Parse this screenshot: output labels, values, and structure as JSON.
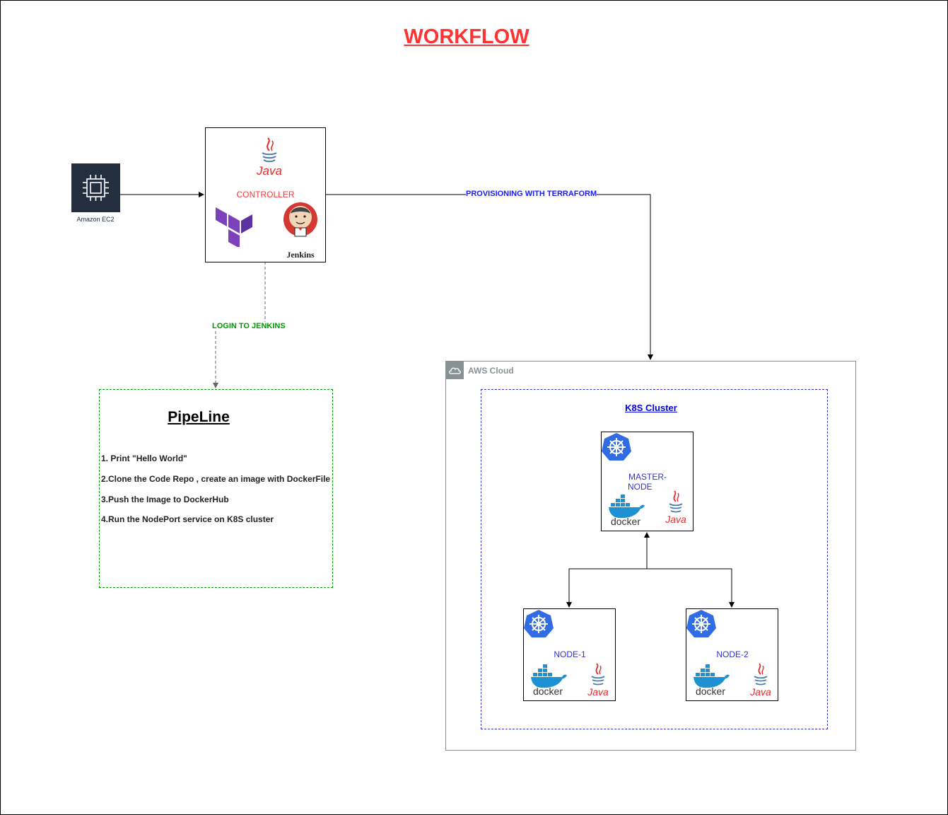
{
  "title": "WORKFLOW",
  "ec2": {
    "label": "Amazon EC2"
  },
  "controller": {
    "label": "CONTROLLER",
    "jenkins_label": "Jenkins",
    "java_label": "Java"
  },
  "edges": {
    "provisioning": "PROVISIONING WITH TERRAFORM",
    "login": "LOGIN TO JENKINS"
  },
  "pipeline": {
    "title": "PipeLine",
    "steps": [
      "1. Print \"Hello World\"",
      "2.Clone the Code Repo , create an image with DockerFile",
      "3.Push the Image to DockerHub",
      "4.Run the NodePort service on K8S cluster"
    ]
  },
  "aws": {
    "label": "AWS Cloud"
  },
  "cluster": {
    "label": "K8S Cluster"
  },
  "nodes": {
    "master": {
      "label_line1": "MASTER-",
      "label_line2": "NODE"
    },
    "node1": {
      "label": "NODE-1"
    },
    "node2": {
      "label": "NODE-2"
    }
  },
  "icons": {
    "docker_text": "docker",
    "java_text": "Java"
  },
  "colors": {
    "title": "#ff3333",
    "controller_label": "#ff3333",
    "provisioning_label": "#1a1aff",
    "login_label": "#009900",
    "pipeline_border": "#009900",
    "cluster_border": "#3333cc",
    "node_label": "#3333cc",
    "aws_border": "#879196",
    "ec2_bg": "#232f3e",
    "terraform": "#7b42bc",
    "kubernetes": "#326ce5",
    "docker": "#1d91d1",
    "java_red": "#e32b2b",
    "java_blue": "#4a7aa8"
  }
}
